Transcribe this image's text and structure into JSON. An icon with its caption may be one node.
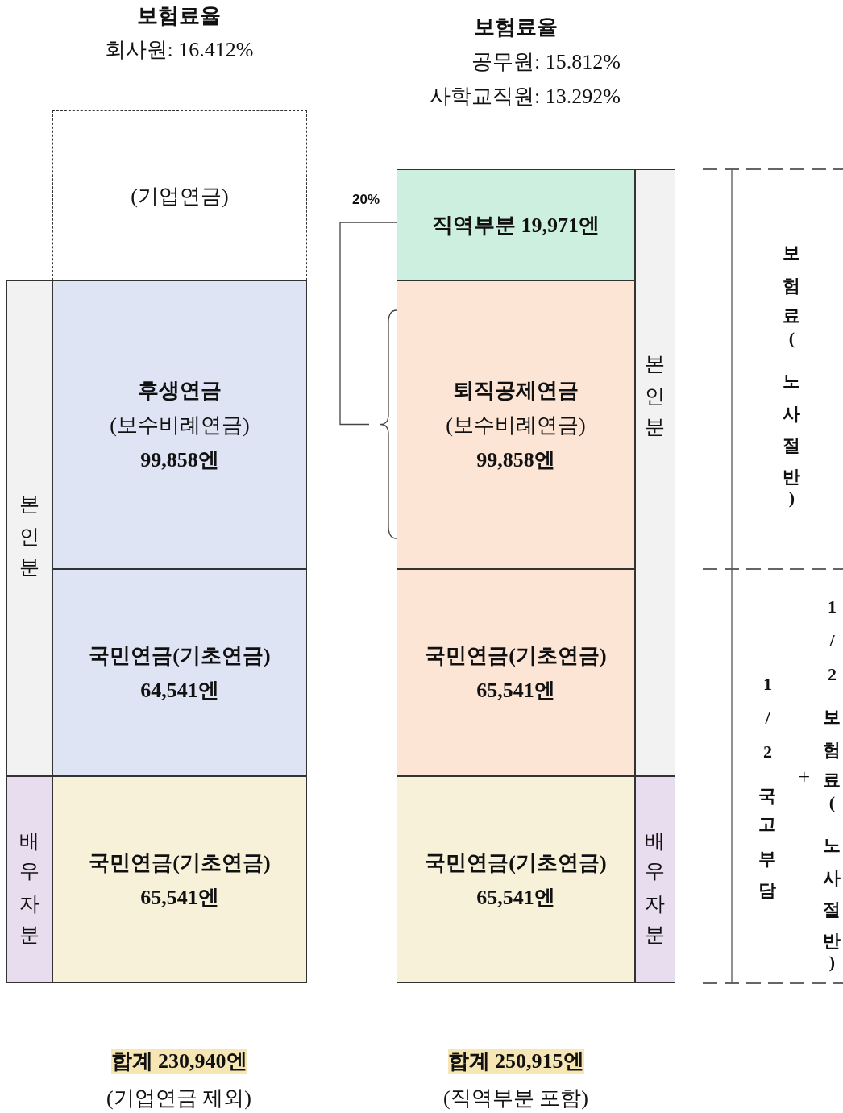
{
  "diagram": {
    "nodes": [
      {
        "text": [
          "(기업연금)"
        ]
      },
      {
        "text": [
          "본인분"
        ]
      },
      {
        "text": [
          "후생연금",
          "(보수비례연금)",
          "99,858엔"
        ]
      },
      {
        "text": [
          "국민연금(기초연금)",
          "64,541엔"
        ]
      },
      {
        "text": [
          "배우자분"
        ]
      },
      {
        "text": [
          "국민연금(기초연금)",
          "65,541엔"
        ]
      },
      {
        "text": [
          "직역부분 19,971엔"
        ]
      },
      {
        "text": [
          "퇴직공제연금",
          "(보수비례연금)",
          "99,858엔"
        ]
      },
      {
        "text": [
          "국민연금(기초연금)",
          "65,541엔"
        ]
      },
      {
        "text": [
          "본인분"
        ]
      },
      {
        "text": [
          "배우자분"
        ]
      },
      {
        "text": [
          "국민연금(기초연금)",
          "65,541엔"
        ]
      }
    ],
    "edges": [
      {
        "from": 6,
        "to": 7,
        "arrow": "none",
        "label": "20%"
      }
    ],
    "labels": [
      "보험료율",
      "회사원: 16.412%",
      "보험료율",
      "공무원: 15.812%",
      "사학교직원: 13.292%",
      "보험료(노사절반)",
      "1/2국고부담",
      "+",
      "1/2보험료(노사절반)",
      "합계 230,940엔",
      "(기업연금 제외)",
      "합계 250,915엔",
      "(직역부분 포함)"
    ]
  }
}
